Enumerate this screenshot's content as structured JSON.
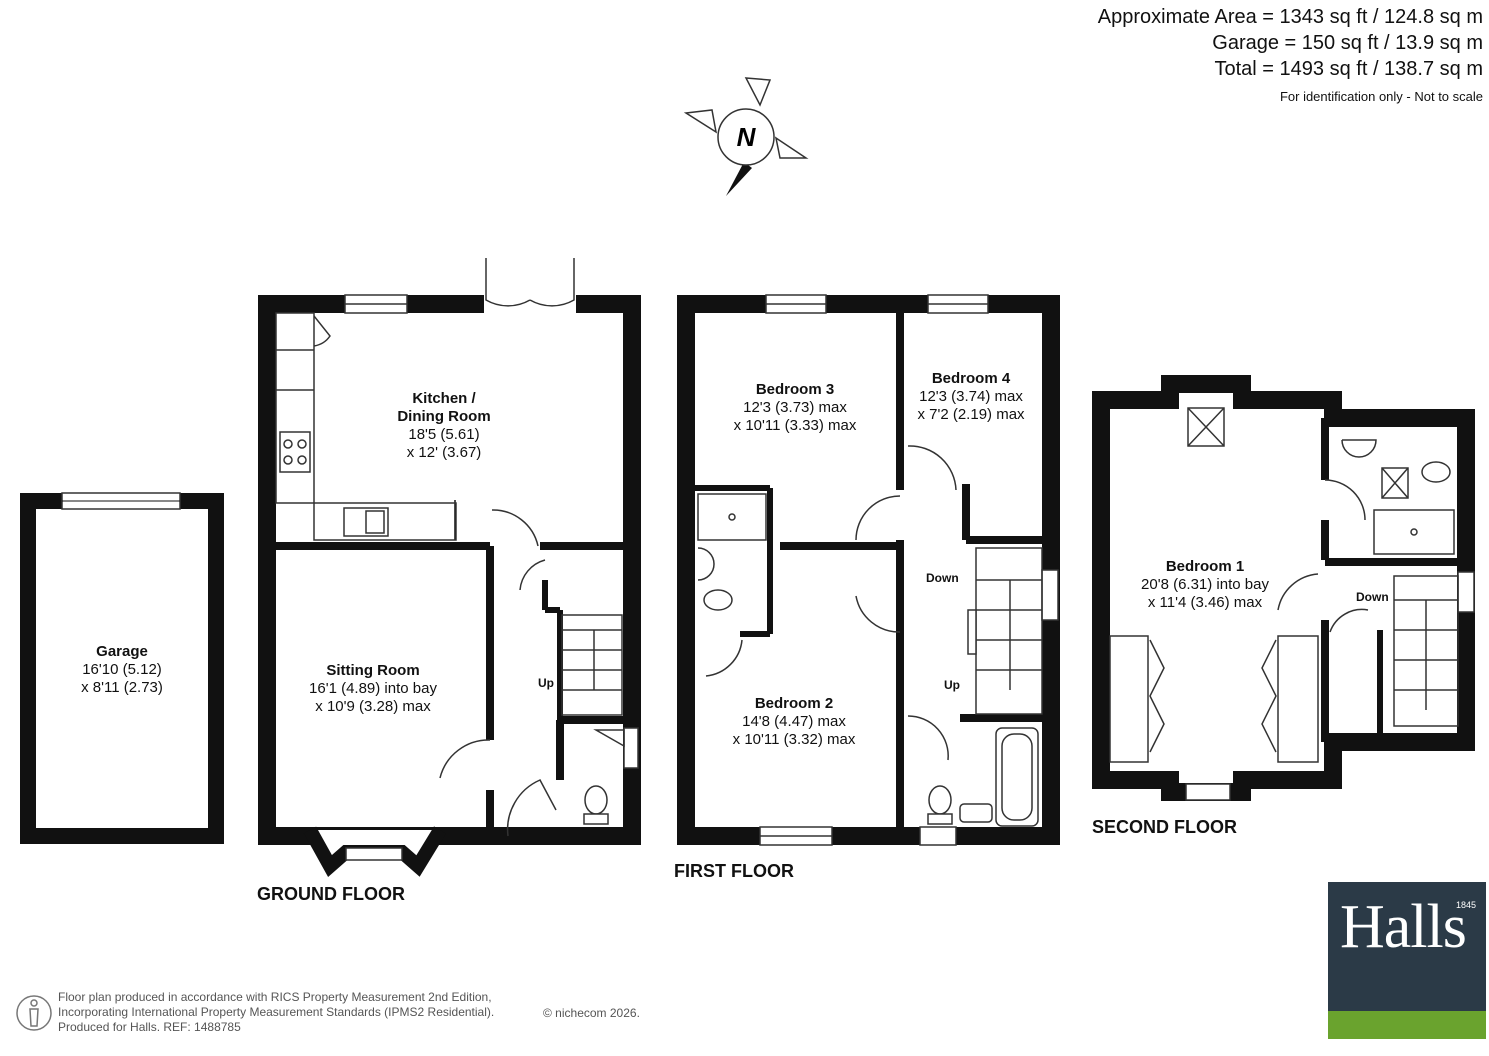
{
  "summary": {
    "approx_area": "Approximate Area = 1343 sq ft / 124.8 sq m",
    "garage": "Garage = 150 sq ft / 13.9 sq m",
    "total": "Total = 1493 sq ft / 138.7 sq m",
    "note": "For identification only - Not to scale"
  },
  "compass": {
    "letter": "N"
  },
  "rooms": {
    "garage": {
      "name": "Garage",
      "dim1": "16'10 (5.12)",
      "dim2": "x 8'11 (2.73)"
    },
    "kitchen": {
      "name1": "Kitchen /",
      "name2": "Dining Room",
      "dim1": "18'5 (5.61)",
      "dim2": "x 12' (3.67)"
    },
    "sitting": {
      "name": "Sitting Room",
      "dim1": "16'1 (4.89) into bay",
      "dim2": "x 10'9 (3.28) max"
    },
    "bedroom3": {
      "name": "Bedroom 3",
      "dim1": "12'3 (3.73) max",
      "dim2": "x 10'11 (3.33) max"
    },
    "bedroom4": {
      "name": "Bedroom 4",
      "dim1": "12'3 (3.74) max",
      "dim2": "x 7'2 (2.19) max"
    },
    "bedroom2": {
      "name": "Bedroom 2",
      "dim1": "14'8 (4.47) max",
      "dim2": "x 10'11 (3.32) max"
    },
    "bedroom1": {
      "name": "Bedroom 1",
      "dim1": "20'8 (6.31) into bay",
      "dim2": "x 11'4 (3.46) max"
    }
  },
  "stairs": {
    "up": "Up",
    "down": "Down"
  },
  "floors": {
    "ground": "GROUND FLOOR",
    "first": "FIRST FLOOR",
    "second": "SECOND FLOOR"
  },
  "footer": {
    "line1": "Floor plan produced in accordance with RICS Property Measurement 2nd Edition,",
    "line2": "Incorporating International Property Measurement Standards (IPMS2 Residential).",
    "line3": "Produced for Halls.    REF: 1488785",
    "credit": "© nichecom 2026."
  },
  "logo": {
    "word": "Halls",
    "year": "1845"
  },
  "colors": {
    "wall": "#111111",
    "logo_bg": "#2b3a47",
    "logo_band": "#6aa32e"
  }
}
